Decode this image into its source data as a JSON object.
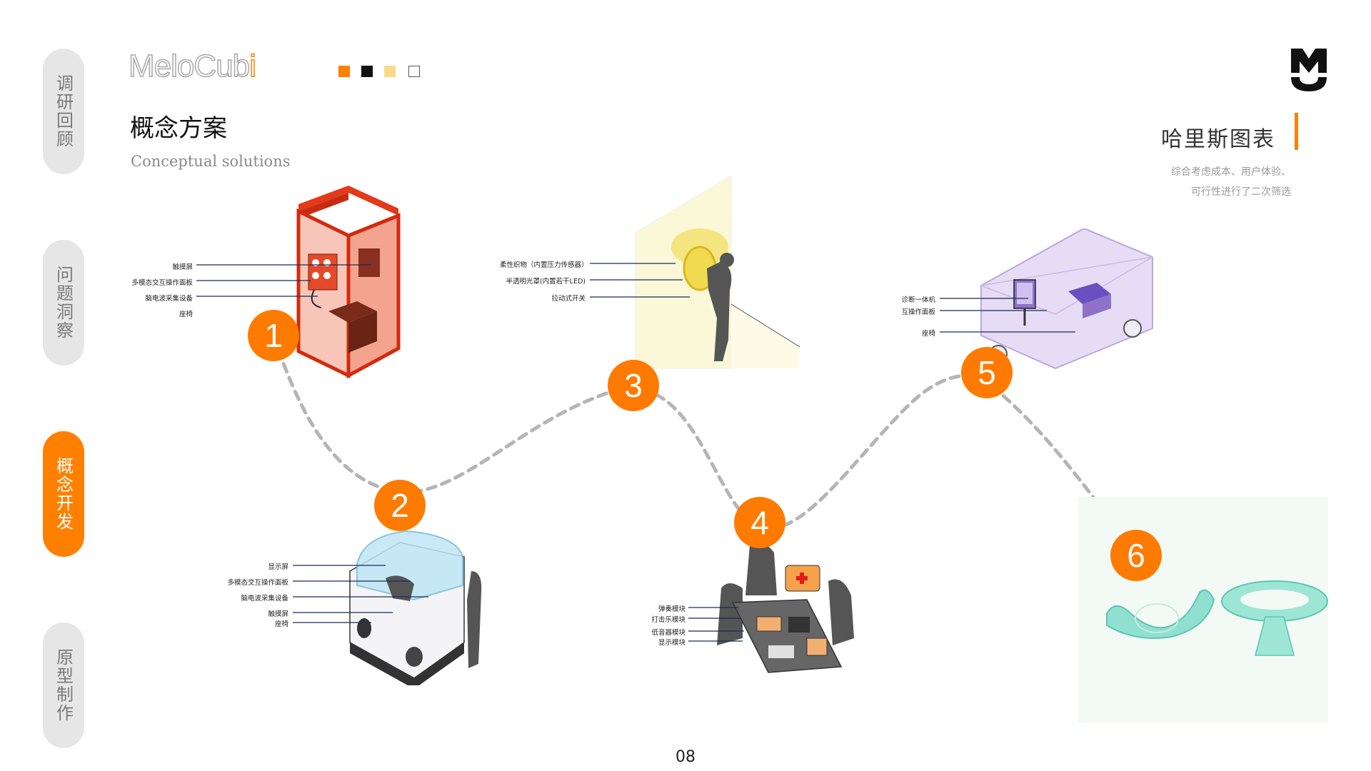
{
  "nav": {
    "items": [
      {
        "label": "调研回顾",
        "active": false
      },
      {
        "label": "问题洞察",
        "active": false
      },
      {
        "label": "概念开发",
        "active": true
      },
      {
        "label": "原型制作",
        "active": false
      }
    ]
  },
  "header": {
    "brand_main": "MeloCub",
    "brand_tail": "i",
    "title": "概念方案",
    "subtitle": "Conceptual solutions",
    "swatches": [
      "#ff8000",
      "#111111",
      "#fbd98a",
      "#ffffff"
    ]
  },
  "harris": {
    "title": "哈里斯图表",
    "desc_line1": "综合考虑成本、用户体验、",
    "desc_line2": "可行性进行了二次筛选"
  },
  "concepts": [
    {
      "number": "1",
      "labels": [
        "触摸屏",
        "多模态交互操作面板",
        "脑电波采集设备",
        "座椅"
      ]
    },
    {
      "number": "2",
      "labels": [
        "显示屏",
        "多模态交互操作面板",
        "脑电波采集设备",
        "触摸屏",
        "座椅"
      ]
    },
    {
      "number": "3",
      "labels": [
        "柔性织物（内置压力传感器）",
        "半透明光罩(内置若干LED)",
        "拉动式开关"
      ]
    },
    {
      "number": "4",
      "labels": [
        "弹奏模块",
        "打击乐模块",
        "低音器模块",
        "显示模块"
      ]
    },
    {
      "number": "5",
      "labels": [
        "诊断一体机",
        "互操作面板",
        "座椅"
      ]
    },
    {
      "number": "6",
      "labels": []
    }
  ],
  "page_number": "08",
  "colors": {
    "accent": "#ff7a00",
    "nav_inactive": "#e6e6e6",
    "path": "#b5b5b5"
  }
}
